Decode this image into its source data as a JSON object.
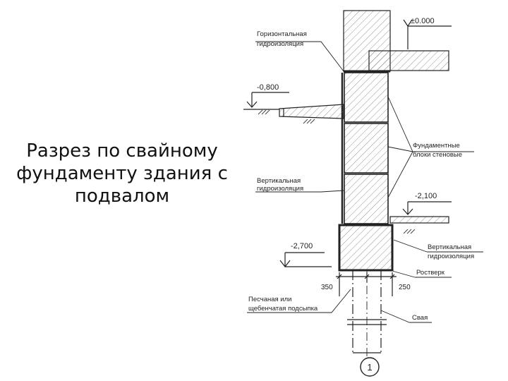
{
  "slide": {
    "title_lines": [
      "Разрез по свайному",
      "фундаменту здания с",
      "подвалом"
    ]
  },
  "drawing": {
    "levels": {
      "floor": "±0.000",
      "ground": "-0,800",
      "basement": "-2,100",
      "grillage_bottom": "-2,700"
    },
    "labels": {
      "horizontal_waterproofing": [
        "Горизонтальная",
        "гидроизоляция"
      ],
      "vertical_waterproofing_left": [
        "Вертикальная",
        "гидроизоляция"
      ],
      "foundation_blocks": [
        "Фундаментные",
        "блоки стеновые"
      ],
      "vertical_waterproofing_right": [
        "Вертикальная",
        "гидроизоляция"
      ],
      "grillage": "Ростверк",
      "bedding": [
        "Песчаная или",
        "щебенчатая подсыпка"
      ],
      "pile": "Свая"
    },
    "dimensions": {
      "left": "350",
      "right": "250"
    },
    "axis_mark": "1",
    "colors": {
      "line": "#222222",
      "hatch": "#555555",
      "background": "#ffffff"
    }
  }
}
